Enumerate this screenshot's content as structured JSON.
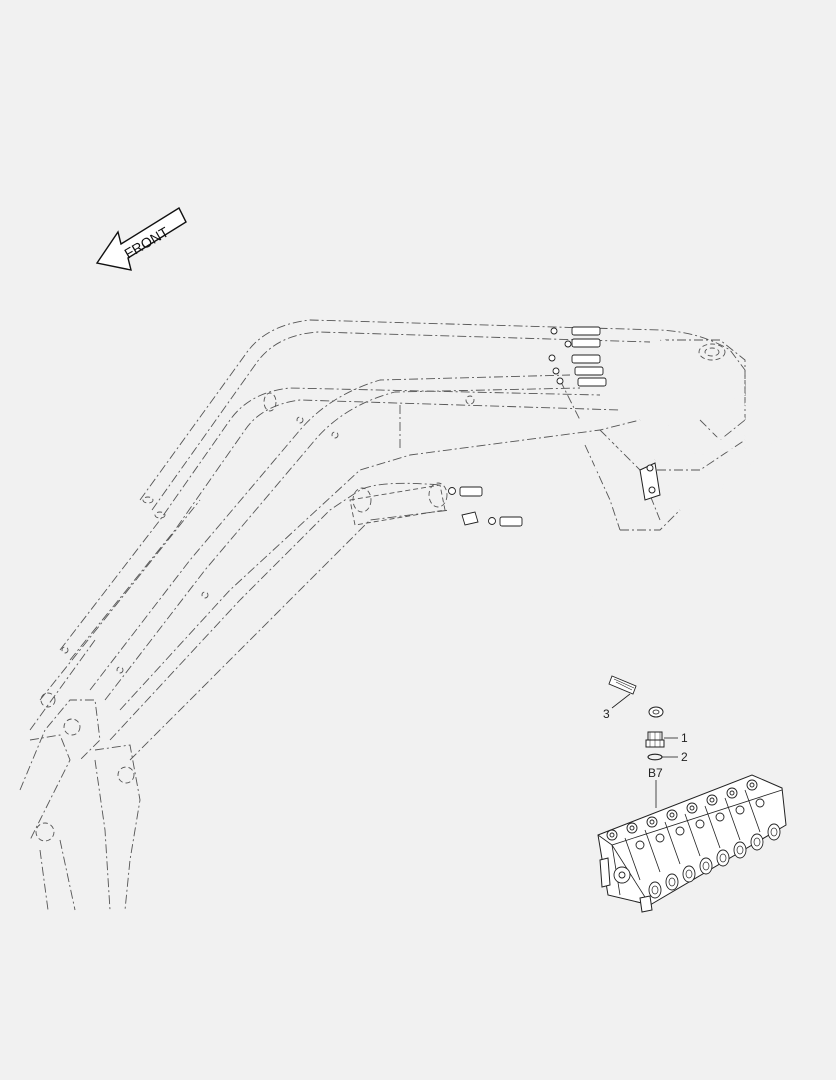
{
  "diagram": {
    "orientation_label": "FRONT",
    "callouts": [
      {
        "id": "callout-1",
        "text": "1"
      },
      {
        "id": "callout-2",
        "text": "2"
      },
      {
        "id": "callout-3",
        "text": "3"
      },
      {
        "id": "callout-b7",
        "text": "B7"
      }
    ]
  }
}
